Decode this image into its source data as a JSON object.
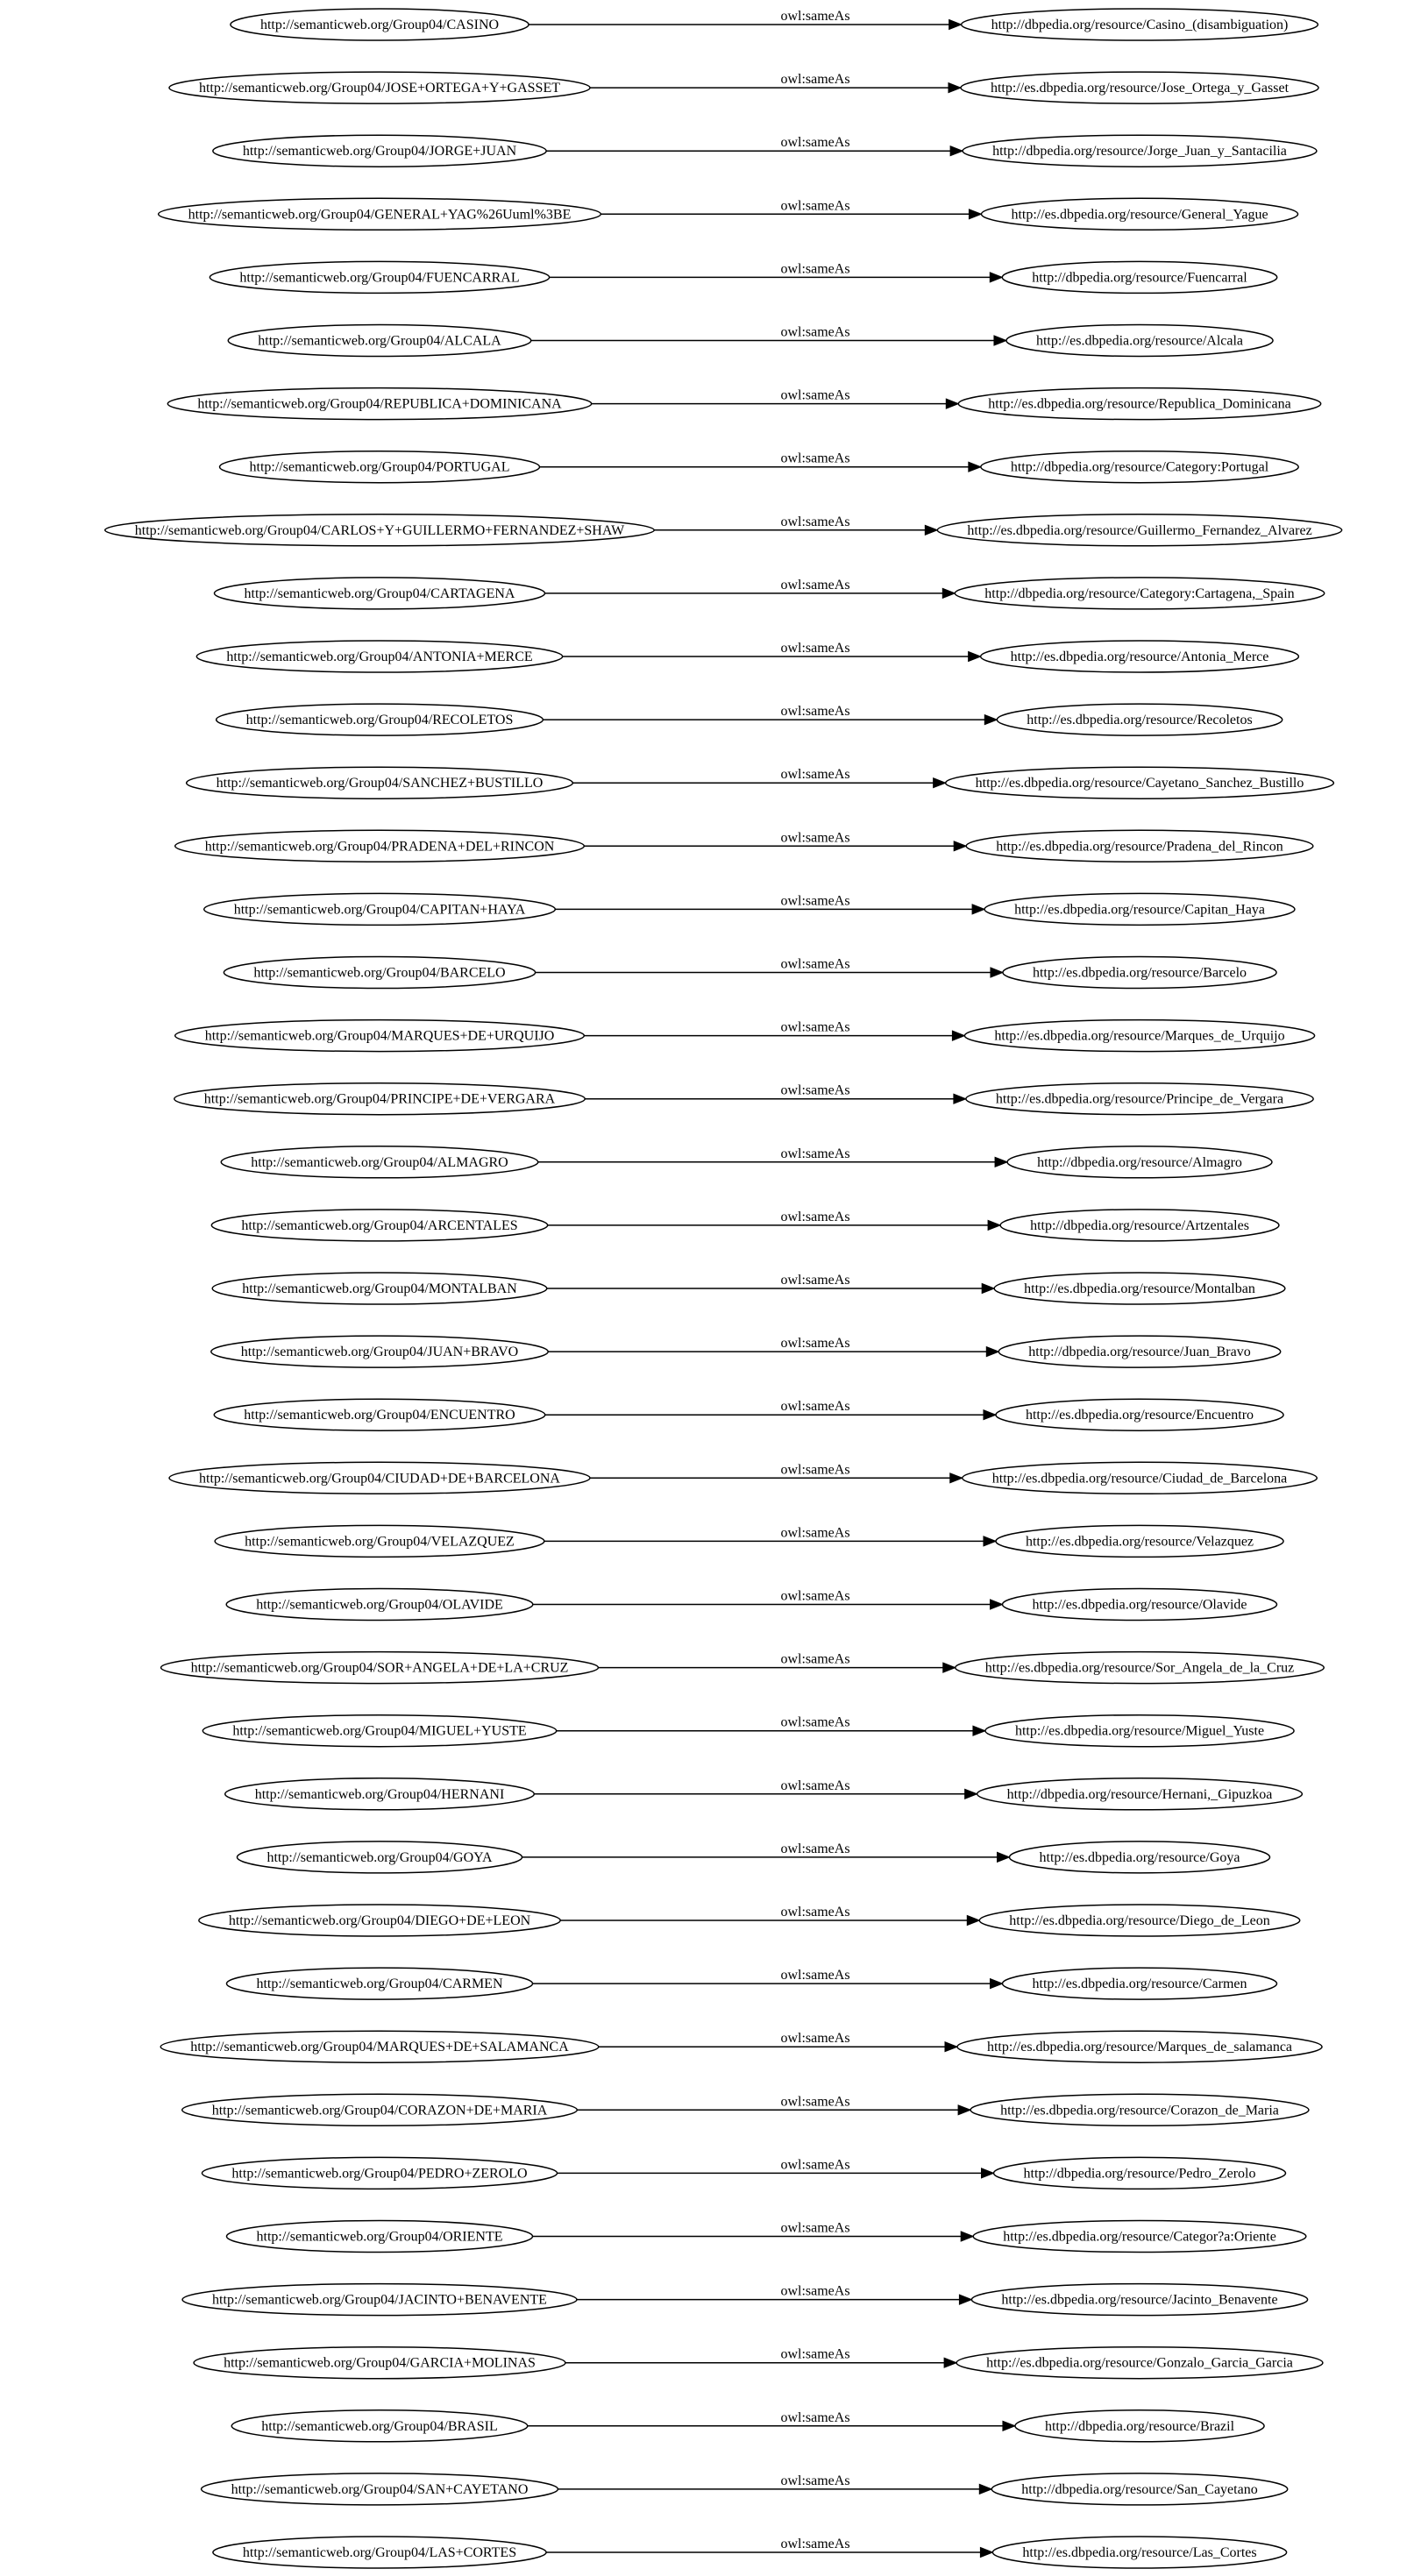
{
  "graph": {
    "edge_label": "owl:sameAs",
    "colors": {
      "stroke": "#000000",
      "fill": "#ffffff",
      "text": "#000000"
    },
    "triples": [
      {
        "subject": "http://semanticweb.org/Group04/CASINO",
        "object": "http://dbpedia.org/resource/Casino_(disambiguation)"
      },
      {
        "subject": "http://semanticweb.org/Group04/JOSE+ORTEGA+Y+GASSET",
        "object": "http://es.dbpedia.org/resource/Jose_Ortega_y_Gasset"
      },
      {
        "subject": "http://semanticweb.org/Group04/JORGE+JUAN",
        "object": "http://dbpedia.org/resource/Jorge_Juan_y_Santacilia"
      },
      {
        "subject": "http://semanticweb.org/Group04/GENERAL+YAG%26Uuml%3BE",
        "object": "http://es.dbpedia.org/resource/General_Yague"
      },
      {
        "subject": "http://semanticweb.org/Group04/FUENCARRAL",
        "object": "http://dbpedia.org/resource/Fuencarral"
      },
      {
        "subject": "http://semanticweb.org/Group04/ALCALA",
        "object": "http://es.dbpedia.org/resource/Alcala"
      },
      {
        "subject": "http://semanticweb.org/Group04/REPUBLICA+DOMINICANA",
        "object": "http://es.dbpedia.org/resource/Republica_Dominicana"
      },
      {
        "subject": "http://semanticweb.org/Group04/PORTUGAL",
        "object": "http://dbpedia.org/resource/Category:Portugal"
      },
      {
        "subject": "http://semanticweb.org/Group04/CARLOS+Y+GUILLERMO+FERNANDEZ+SHAW",
        "object": "http://es.dbpedia.org/resource/Guillermo_Fernandez_Alvarez"
      },
      {
        "subject": "http://semanticweb.org/Group04/CARTAGENA",
        "object": "http://dbpedia.org/resource/Category:Cartagena,_Spain"
      },
      {
        "subject": "http://semanticweb.org/Group04/ANTONIA+MERCE",
        "object": "http://es.dbpedia.org/resource/Antonia_Merce"
      },
      {
        "subject": "http://semanticweb.org/Group04/RECOLETOS",
        "object": "http://es.dbpedia.org/resource/Recoletos"
      },
      {
        "subject": "http://semanticweb.org/Group04/SANCHEZ+BUSTILLO",
        "object": "http://es.dbpedia.org/resource/Cayetano_Sanchez_Bustillo"
      },
      {
        "subject": "http://semanticweb.org/Group04/PRADENA+DEL+RINCON",
        "object": "http://es.dbpedia.org/resource/Pradena_del_Rincon"
      },
      {
        "subject": "http://semanticweb.org/Group04/CAPITAN+HAYA",
        "object": "http://es.dbpedia.org/resource/Capitan_Haya"
      },
      {
        "subject": "http://semanticweb.org/Group04/BARCELO",
        "object": "http://es.dbpedia.org/resource/Barcelo"
      },
      {
        "subject": "http://semanticweb.org/Group04/MARQUES+DE+URQUIJO",
        "object": "http://es.dbpedia.org/resource/Marques_de_Urquijo"
      },
      {
        "subject": "http://semanticweb.org/Group04/PRINCIPE+DE+VERGARA",
        "object": "http://es.dbpedia.org/resource/Principe_de_Vergara"
      },
      {
        "subject": "http://semanticweb.org/Group04/ALMAGRO",
        "object": "http://dbpedia.org/resource/Almagro"
      },
      {
        "subject": "http://semanticweb.org/Group04/ARCENTALES",
        "object": "http://dbpedia.org/resource/Artzentales"
      },
      {
        "subject": "http://semanticweb.org/Group04/MONTALBAN",
        "object": "http://es.dbpedia.org/resource/Montalban"
      },
      {
        "subject": "http://semanticweb.org/Group04/JUAN+BRAVO",
        "object": "http://dbpedia.org/resource/Juan_Bravo"
      },
      {
        "subject": "http://semanticweb.org/Group04/ENCUENTRO",
        "object": "http://es.dbpedia.org/resource/Encuentro"
      },
      {
        "subject": "http://semanticweb.org/Group04/CIUDAD+DE+BARCELONA",
        "object": "http://es.dbpedia.org/resource/Ciudad_de_Barcelona"
      },
      {
        "subject": "http://semanticweb.org/Group04/VELAZQUEZ",
        "object": "http://es.dbpedia.org/resource/Velazquez"
      },
      {
        "subject": "http://semanticweb.org/Group04/OLAVIDE",
        "object": "http://es.dbpedia.org/resource/Olavide"
      },
      {
        "subject": "http://semanticweb.org/Group04/SOR+ANGELA+DE+LA+CRUZ",
        "object": "http://es.dbpedia.org/resource/Sor_Angela_de_la_Cruz"
      },
      {
        "subject": "http://semanticweb.org/Group04/MIGUEL+YUSTE",
        "object": "http://es.dbpedia.org/resource/Miguel_Yuste"
      },
      {
        "subject": "http://semanticweb.org/Group04/HERNANI",
        "object": "http://dbpedia.org/resource/Hernani,_Gipuzkoa"
      },
      {
        "subject": "http://semanticweb.org/Group04/GOYA",
        "object": "http://es.dbpedia.org/resource/Goya"
      },
      {
        "subject": "http://semanticweb.org/Group04/DIEGO+DE+LEON",
        "object": "http://es.dbpedia.org/resource/Diego_de_Leon"
      },
      {
        "subject": "http://semanticweb.org/Group04/CARMEN",
        "object": "http://es.dbpedia.org/resource/Carmen"
      },
      {
        "subject": "http://semanticweb.org/Group04/MARQUES+DE+SALAMANCA",
        "object": "http://es.dbpedia.org/resource/Marques_de_salamanca"
      },
      {
        "subject": "http://semanticweb.org/Group04/CORAZON+DE+MARIA",
        "object": "http://es.dbpedia.org/resource/Corazon_de_Maria"
      },
      {
        "subject": "http://semanticweb.org/Group04/PEDRO+ZEROLO",
        "object": "http://dbpedia.org/resource/Pedro_Zerolo"
      },
      {
        "subject": "http://semanticweb.org/Group04/ORIENTE",
        "object": "http://es.dbpedia.org/resource/Categor?a:Oriente"
      },
      {
        "subject": "http://semanticweb.org/Group04/JACINTO+BENAVENTE",
        "object": "http://es.dbpedia.org/resource/Jacinto_Benavente"
      },
      {
        "subject": "http://semanticweb.org/Group04/GARCIA+MOLINAS",
        "object": "http://es.dbpedia.org/resource/Gonzalo_Garcia_Garcia"
      },
      {
        "subject": "http://semanticweb.org/Group04/BRASIL",
        "object": "http://dbpedia.org/resource/Brazil"
      },
      {
        "subject": "http://semanticweb.org/Group04/SAN+CAYETANO",
        "object": "http://dbpedia.org/resource/San_Cayetano"
      },
      {
        "subject": "http://semanticweb.org/Group04/LAS+CORTES",
        "object": "http://es.dbpedia.org/resource/Las_Cortes"
      }
    ]
  }
}
